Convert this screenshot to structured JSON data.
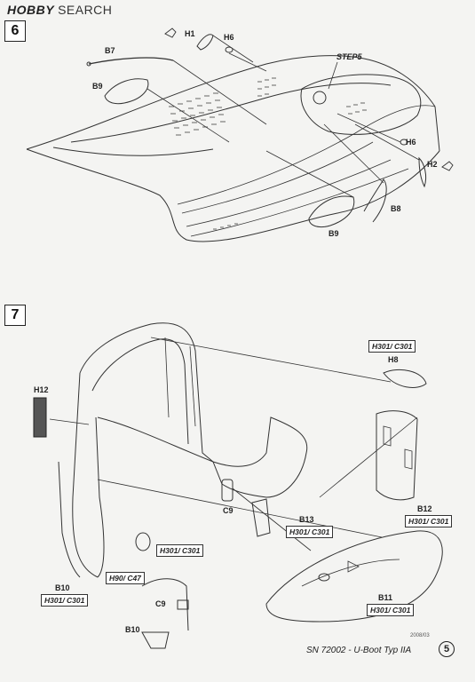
{
  "header": {
    "brand": "HOBBY",
    "sub": "SEARCH"
  },
  "steps": [
    {
      "number": "6"
    },
    {
      "number": "7"
    }
  ],
  "step6_labels": {
    "h1": "H1",
    "h6_top": "H6",
    "b7": "B7",
    "b9_top": "B9",
    "step5": "STEP5",
    "h6_right": "H6",
    "h2": "H2",
    "b8": "B8",
    "b9_bottom": "B9"
  },
  "step7_labels": {
    "h12": "H12",
    "h301_c301_top": "H301/ C301",
    "h8": "H8",
    "b12": "B12",
    "b12_paint": "H301/ C301",
    "b13": "B13",
    "b13_paint": "H301/ C301",
    "c9_mid": "C9",
    "h301_c301_mid": "H301/ C301",
    "h90_c47": "H90/ C47",
    "b10": "B10",
    "b10_paint": "H301/ C301",
    "b11": "B11",
    "b11_paint": "H301/ C301",
    "c9_detail": "C9",
    "b10_detail": "B10"
  },
  "footer": {
    "text": "SN 72002 - U-Boot Typ IIA",
    "page": "5",
    "date": "2008/03"
  }
}
